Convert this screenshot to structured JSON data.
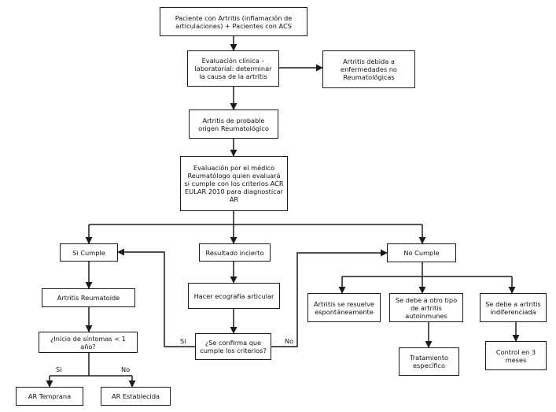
{
  "nodes": {
    "paciente": "Paciente con Artritis (inflamación de articulaciones) + Pacientes con ACS",
    "evaluacion_clinica": "Evaluación clínica – laboratorial: determinar la causa de la artritis",
    "no_reumatologicas": "Artritis debida a enfermedades no Reumatológicas",
    "probable_origen": "Artritis de probable origen Reumatológico",
    "evaluacion_medico": "Evaluación por el médico Reumatólogo quien evaluará si cumple con los criterios ACR EULAR 2010 para diagnosticar AR",
    "si_cumple": "Si Cumple",
    "resultado_incierto": "Resultado incierto",
    "no_cumple": "No Cumple",
    "artritis_reumatoide": "Artritis Reumatoide",
    "ecografia": "Hacer ecografía articular",
    "se_resuelve": "Artritis se resuelve espontáneamente",
    "autoinmunes": "Se debe a otro tipo de artritis autoinmunes",
    "indiferenciada": "Se debe a artritis indiferenciada",
    "inicio_sintomas": "¿Inicio de síntomas < 1 año?",
    "se_confirma": "¿Se confirma que cumple los criterios?",
    "tratamiento": "Tratamiento específico",
    "control": "Control en 3 meses",
    "ar_temprana": "AR Temprana",
    "ar_establecida": "AR Establecida"
  },
  "edge_labels": {
    "confirm_yes": "Si",
    "confirm_no": "No",
    "onset_yes": "Si",
    "onset_no": "No"
  },
  "colors": {
    "line": "#1a1a1a",
    "box_border": "#1a1a1a",
    "background": "#ffffff"
  }
}
